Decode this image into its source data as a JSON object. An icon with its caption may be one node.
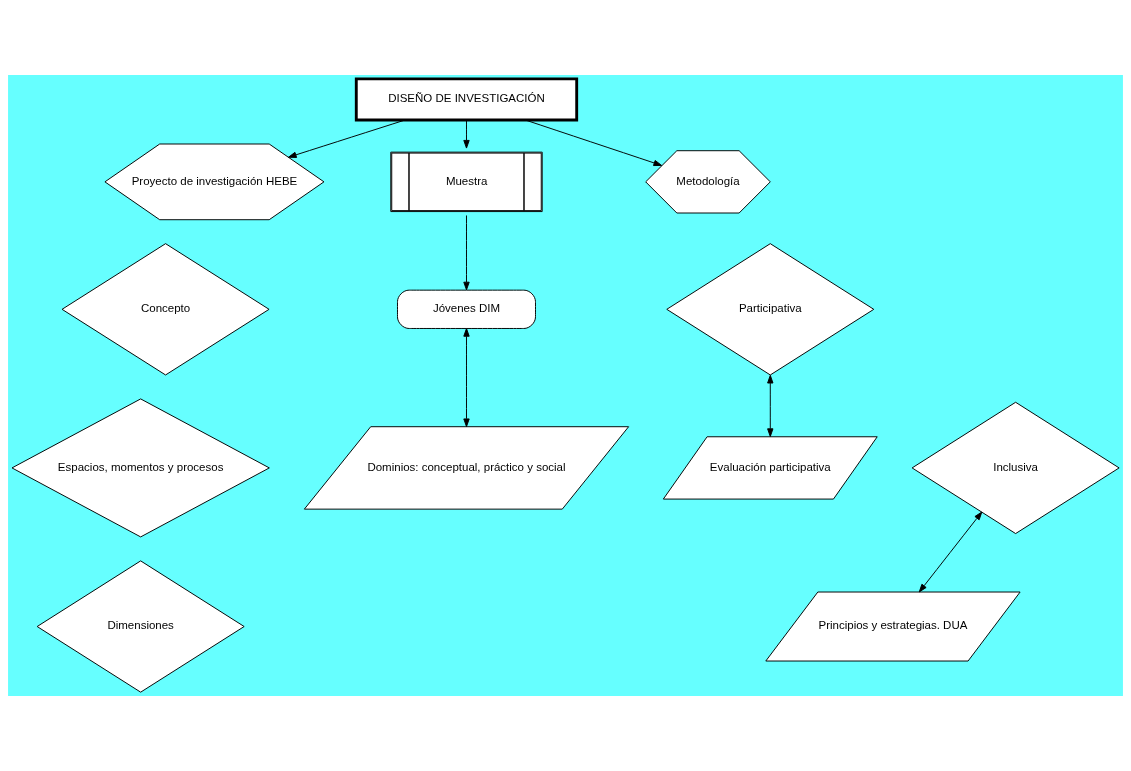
{
  "diagram": {
    "nodes": [
      {
        "text": [
          "DISEÑO DE INVESTIGACIÓN"
        ]
      },
      {
        "text": [
          "Proyecto de investigación HEBE"
        ]
      },
      {
        "text": [
          "Concepto"
        ]
      },
      {
        "text": [
          "Espacios, momentos y procesos"
        ]
      },
      {
        "text": [
          "Dimensiones"
        ]
      },
      {
        "text": [
          "Muestra"
        ]
      },
      {
        "text": [
          "Jóvenes DIM"
        ]
      },
      {
        "text": [
          "Dominios: conceptual, práctico y social"
        ]
      },
      {
        "text": [
          "Metodología"
        ]
      },
      {
        "text": [
          "Participativa"
        ]
      },
      {
        "text": [
          "Evaluación participativa"
        ]
      },
      {
        "text": [
          "Inclusiva"
        ]
      },
      {
        "text": [
          "Principios y estrategias. DUA"
        ]
      }
    ],
    "edges": [
      {
        "from": 0,
        "to": 1,
        "arrow": "to"
      },
      {
        "from": 0,
        "to": 5,
        "arrow": "to"
      },
      {
        "from": 0,
        "to": 8,
        "arrow": "to"
      },
      {
        "from": 5,
        "to": 6,
        "arrow": "to"
      },
      {
        "from": 6,
        "to": 7,
        "arrow": "both"
      },
      {
        "from": 9,
        "to": 10,
        "arrow": "both"
      },
      {
        "from": 11,
        "to": 12,
        "arrow": "both"
      }
    ]
  }
}
